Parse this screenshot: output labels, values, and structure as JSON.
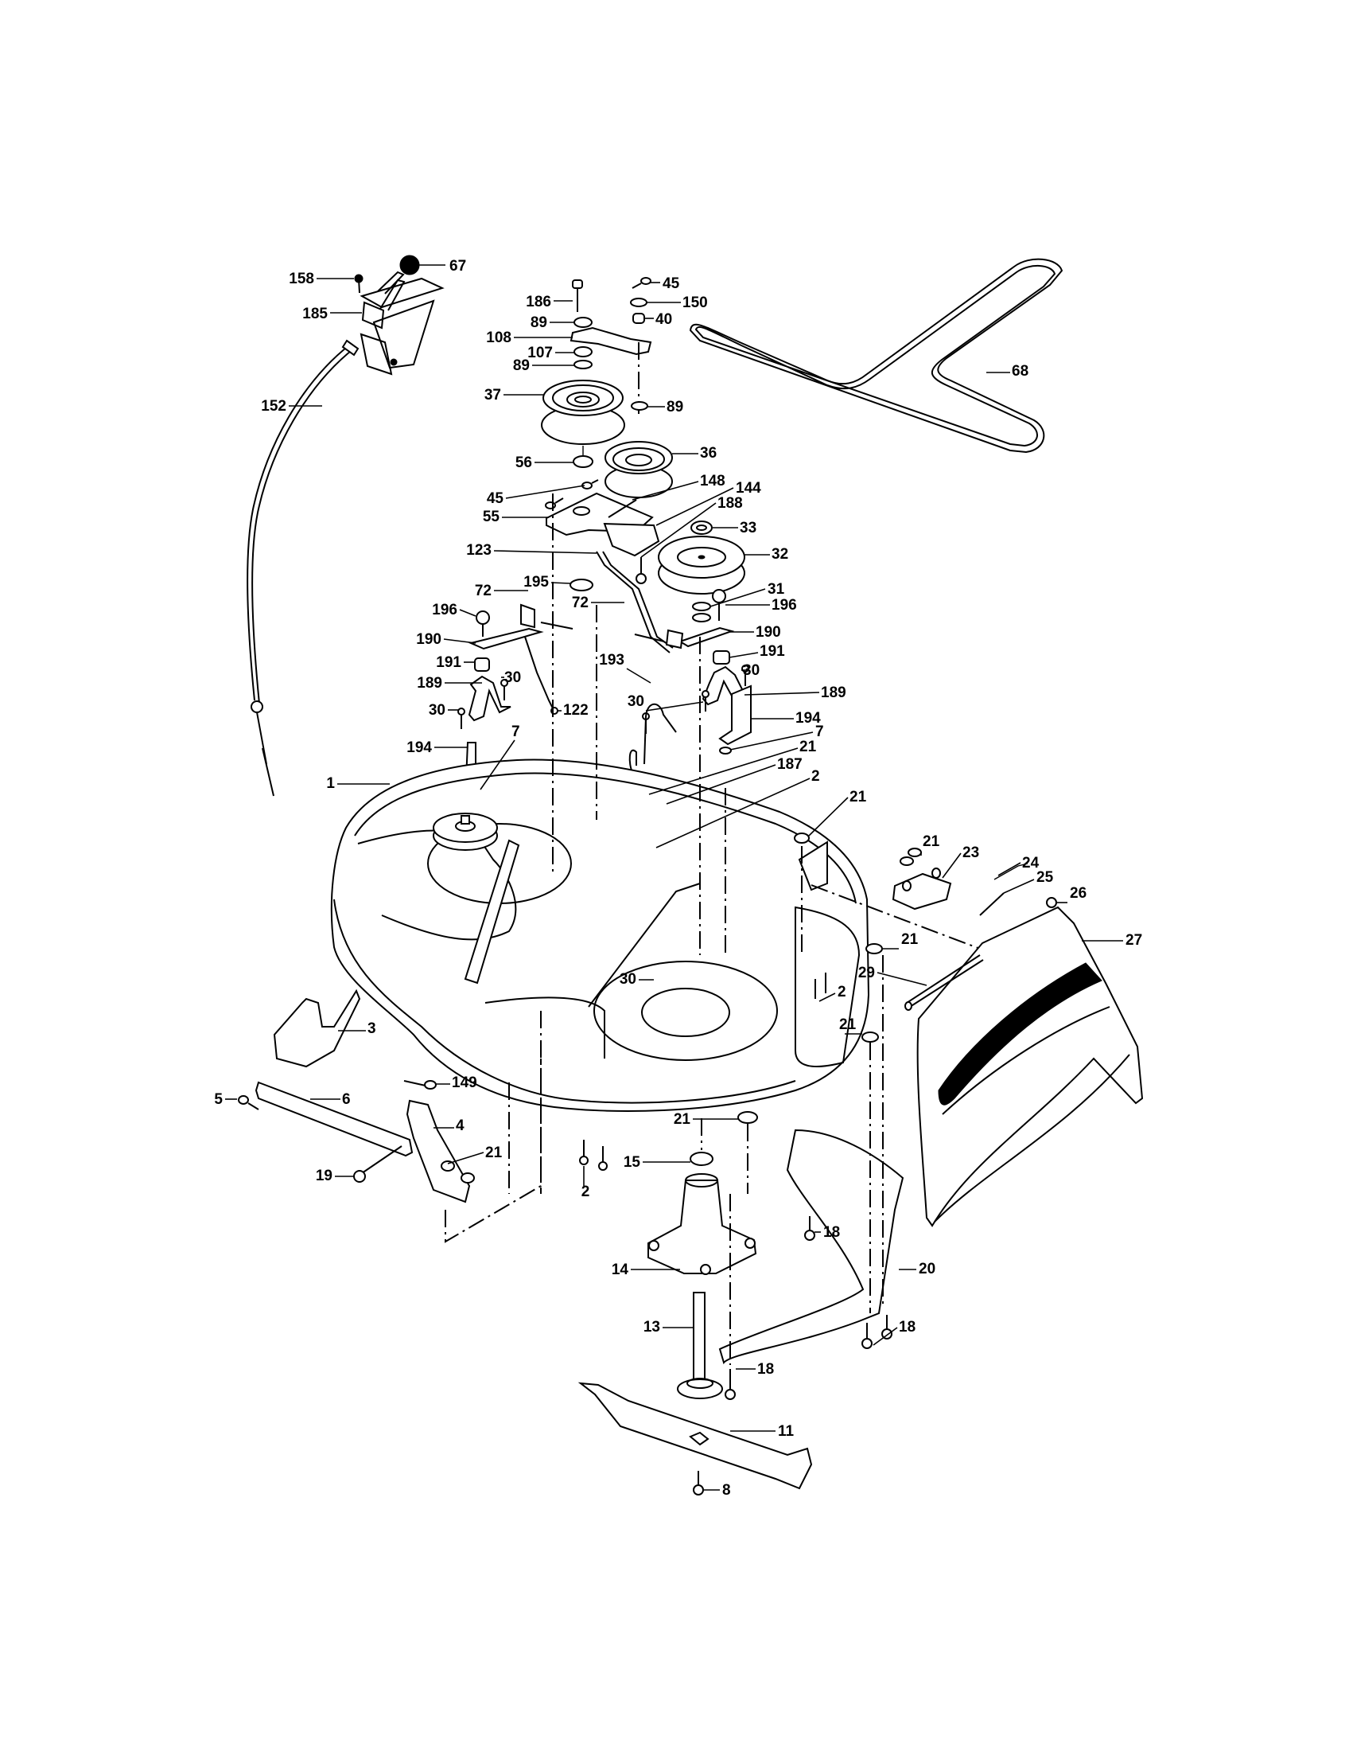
{
  "diagram": {
    "title": "Mower deck exploded parts diagram",
    "colors": {
      "line": "#000000",
      "background": "#ffffff",
      "knob": "#000000"
    },
    "callouts": [
      {
        "id": "c158",
        "label": "158",
        "part": "screw"
      },
      {
        "id": "c67",
        "label": "67",
        "part": "knob"
      },
      {
        "id": "c185",
        "label": "185",
        "part": "lift-lever-bracket"
      },
      {
        "id": "c152",
        "label": "152",
        "part": "cable"
      },
      {
        "id": "c186",
        "label": "186",
        "part": "bolt"
      },
      {
        "id": "c89a",
        "label": "89",
        "part": "washer"
      },
      {
        "id": "c108",
        "label": "108",
        "part": "idler-arm"
      },
      {
        "id": "c107",
        "label": "107",
        "part": "bushing"
      },
      {
        "id": "c89b",
        "label": "89",
        "part": "washer"
      },
      {
        "id": "c37",
        "label": "37",
        "part": "idler-pulley"
      },
      {
        "id": "c56",
        "label": "56",
        "part": "spacer"
      },
      {
        "id": "c45a",
        "label": "45",
        "part": "hairpin-clip"
      },
      {
        "id": "c150",
        "label": "150",
        "part": "washer"
      },
      {
        "id": "c40",
        "label": "40",
        "part": "nut"
      },
      {
        "id": "c89c",
        "label": "89",
        "part": "washer"
      },
      {
        "id": "c36",
        "label": "36",
        "part": "idler-pulley"
      },
      {
        "id": "c68",
        "label": "68",
        "part": "v-belt"
      },
      {
        "id": "c45b",
        "label": "45",
        "part": "hairpin-clip"
      },
      {
        "id": "c148",
        "label": "148",
        "part": "spring"
      },
      {
        "id": "c144",
        "label": "144",
        "part": "bracket"
      },
      {
        "id": "c188",
        "label": "188",
        "part": "bolt"
      },
      {
        "id": "c55",
        "label": "55",
        "part": "idler-bracket"
      },
      {
        "id": "c33",
        "label": "33",
        "part": "nut"
      },
      {
        "id": "c32",
        "label": "32",
        "part": "pulley"
      },
      {
        "id": "c123",
        "label": "123",
        "part": "rod"
      },
      {
        "id": "c195",
        "label": "195",
        "part": "washer"
      },
      {
        "id": "c31",
        "label": "31",
        "part": "spacer"
      },
      {
        "id": "c196a",
        "label": "196",
        "part": "bolt"
      },
      {
        "id": "c72a",
        "label": "72",
        "part": "spring"
      },
      {
        "id": "c72b",
        "label": "72",
        "part": "spring"
      },
      {
        "id": "c196b",
        "label": "196",
        "part": "bolt"
      },
      {
        "id": "c190a",
        "label": "190",
        "part": "link-arm"
      },
      {
        "id": "c190b",
        "label": "190",
        "part": "link-arm"
      },
      {
        "id": "c191a",
        "label": "191",
        "part": "bushing"
      },
      {
        "id": "c191b",
        "label": "191",
        "part": "bushing"
      },
      {
        "id": "c30a",
        "label": "30",
        "part": "screw"
      },
      {
        "id": "c30b",
        "label": "30",
        "part": "screw"
      },
      {
        "id": "c189a",
        "label": "189",
        "part": "bracket"
      },
      {
        "id": "c189b",
        "label": "189",
        "part": "bracket"
      },
      {
        "id": "c30c",
        "label": "30",
        "part": "screw"
      },
      {
        "id": "c30d",
        "label": "30",
        "part": "screw"
      },
      {
        "id": "c122",
        "label": "122",
        "part": "rod"
      },
      {
        "id": "c193",
        "label": "193",
        "part": "rod"
      },
      {
        "id": "c194a",
        "label": "194",
        "part": "bracket"
      },
      {
        "id": "c194b",
        "label": "194",
        "part": "bracket"
      },
      {
        "id": "c7a",
        "label": "7",
        "part": "nut"
      },
      {
        "id": "c7b",
        "label": "7",
        "part": "nut"
      },
      {
        "id": "c1",
        "label": "1",
        "part": "deck-housing"
      },
      {
        "id": "c21a",
        "label": "21",
        "part": "nut"
      },
      {
        "id": "c187",
        "label": "187",
        "part": "belt-guide"
      },
      {
        "id": "c2a",
        "label": "2",
        "part": "screw"
      },
      {
        "id": "c21b",
        "label": "21",
        "part": "nut"
      },
      {
        "id": "c21c",
        "label": "21",
        "part": "nut"
      },
      {
        "id": "c23",
        "label": "23",
        "part": "hinge-bracket"
      },
      {
        "id": "c24",
        "label": "24",
        "part": "spring-end"
      },
      {
        "id": "c25",
        "label": "25",
        "part": "spring"
      },
      {
        "id": "c26",
        "label": "26",
        "part": "push-nut"
      },
      {
        "id": "c27",
        "label": "27",
        "part": "discharge-chute"
      },
      {
        "id": "c21d",
        "label": "21",
        "part": "nut"
      },
      {
        "id": "c29",
        "label": "29",
        "part": "pin"
      },
      {
        "id": "c30e",
        "label": "30",
        "part": "screw"
      },
      {
        "id": "c2b",
        "label": "2",
        "part": "screw"
      },
      {
        "id": "c21e",
        "label": "21",
        "part": "nut"
      },
      {
        "id": "c3",
        "label": "3",
        "part": "front-hanger-bracket"
      },
      {
        "id": "c149",
        "label": "149",
        "part": "hairpin-clip"
      },
      {
        "id": "c5",
        "label": "5",
        "part": "hairpin-clip"
      },
      {
        "id": "c6",
        "label": "6",
        "part": "front-link"
      },
      {
        "id": "c4",
        "label": "4",
        "part": "bracket"
      },
      {
        "id": "c21f",
        "label": "21",
        "part": "nut"
      },
      {
        "id": "c19",
        "label": "19",
        "part": "bolt"
      },
      {
        "id": "c21g",
        "label": "21",
        "part": "nut"
      },
      {
        "id": "c15",
        "label": "15",
        "part": "bearing"
      },
      {
        "id": "c2c",
        "label": "2",
        "part": "screw"
      },
      {
        "id": "c18a",
        "label": "18",
        "part": "screw"
      },
      {
        "id": "c14",
        "label": "14",
        "part": "spindle-housing"
      },
      {
        "id": "c20",
        "label": "20",
        "part": "blade-guard"
      },
      {
        "id": "c13",
        "label": "13",
        "part": "spindle-shaft"
      },
      {
        "id": "c18b",
        "label": "18",
        "part": "screw"
      },
      {
        "id": "c18c",
        "label": "18",
        "part": "screw"
      },
      {
        "id": "c11",
        "label": "11",
        "part": "blade"
      },
      {
        "id": "c8",
        "label": "8",
        "part": "blade-bolt"
      }
    ]
  }
}
